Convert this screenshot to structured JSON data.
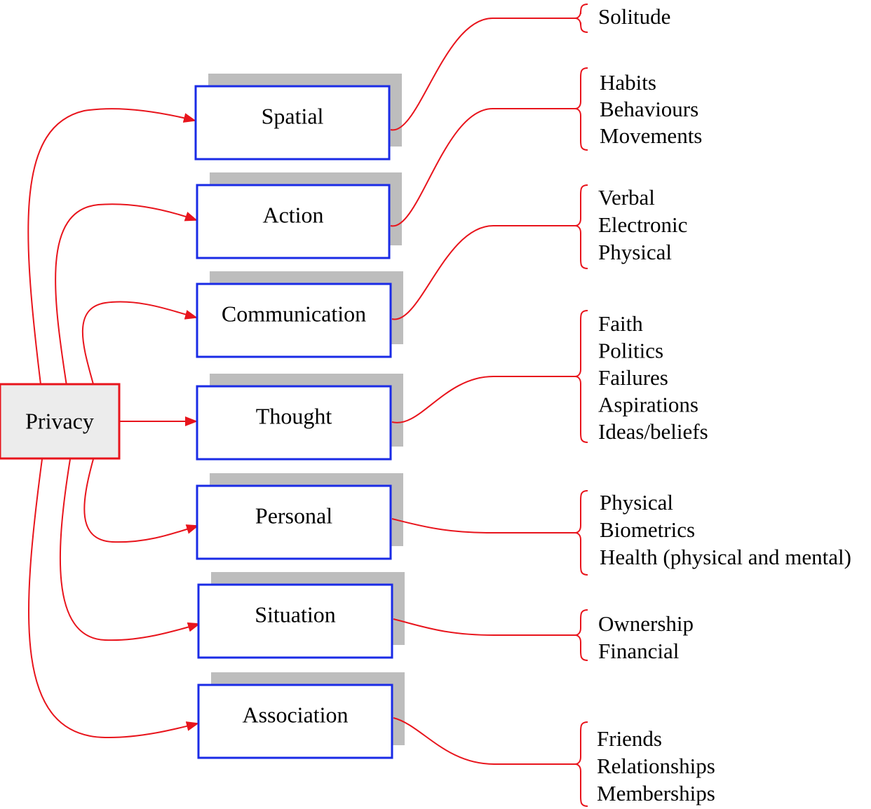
{
  "root": {
    "label": "Privacy"
  },
  "categories": [
    {
      "label": "Spatial",
      "items": [
        "Solitude"
      ]
    },
    {
      "label": "Action",
      "items": [
        "Habits",
        "Behaviours",
        "Movements"
      ]
    },
    {
      "label": "Communication",
      "items": [
        "Verbal",
        "Electronic",
        "Physical"
      ]
    },
    {
      "label": "Thought",
      "items": [
        "Faith",
        "Politics",
        "Failures",
        "Aspirations",
        "Ideas/beliefs"
      ]
    },
    {
      "label": "Personal",
      "items": [
        "Physical",
        "Biometrics",
        "Health (physical and mental)"
      ]
    },
    {
      "label": "Situation",
      "items": [
        "Ownership",
        "Financial"
      ]
    },
    {
      "label": "Association",
      "items": [
        "Friends",
        "Relationships",
        "Memberships"
      ]
    }
  ],
  "colors": {
    "connector": "#e8141c",
    "box_border": "#1a2be6",
    "shadow": "#bdbdbd",
    "root_fill": "#ececec",
    "root_border": "#e8141c"
  }
}
